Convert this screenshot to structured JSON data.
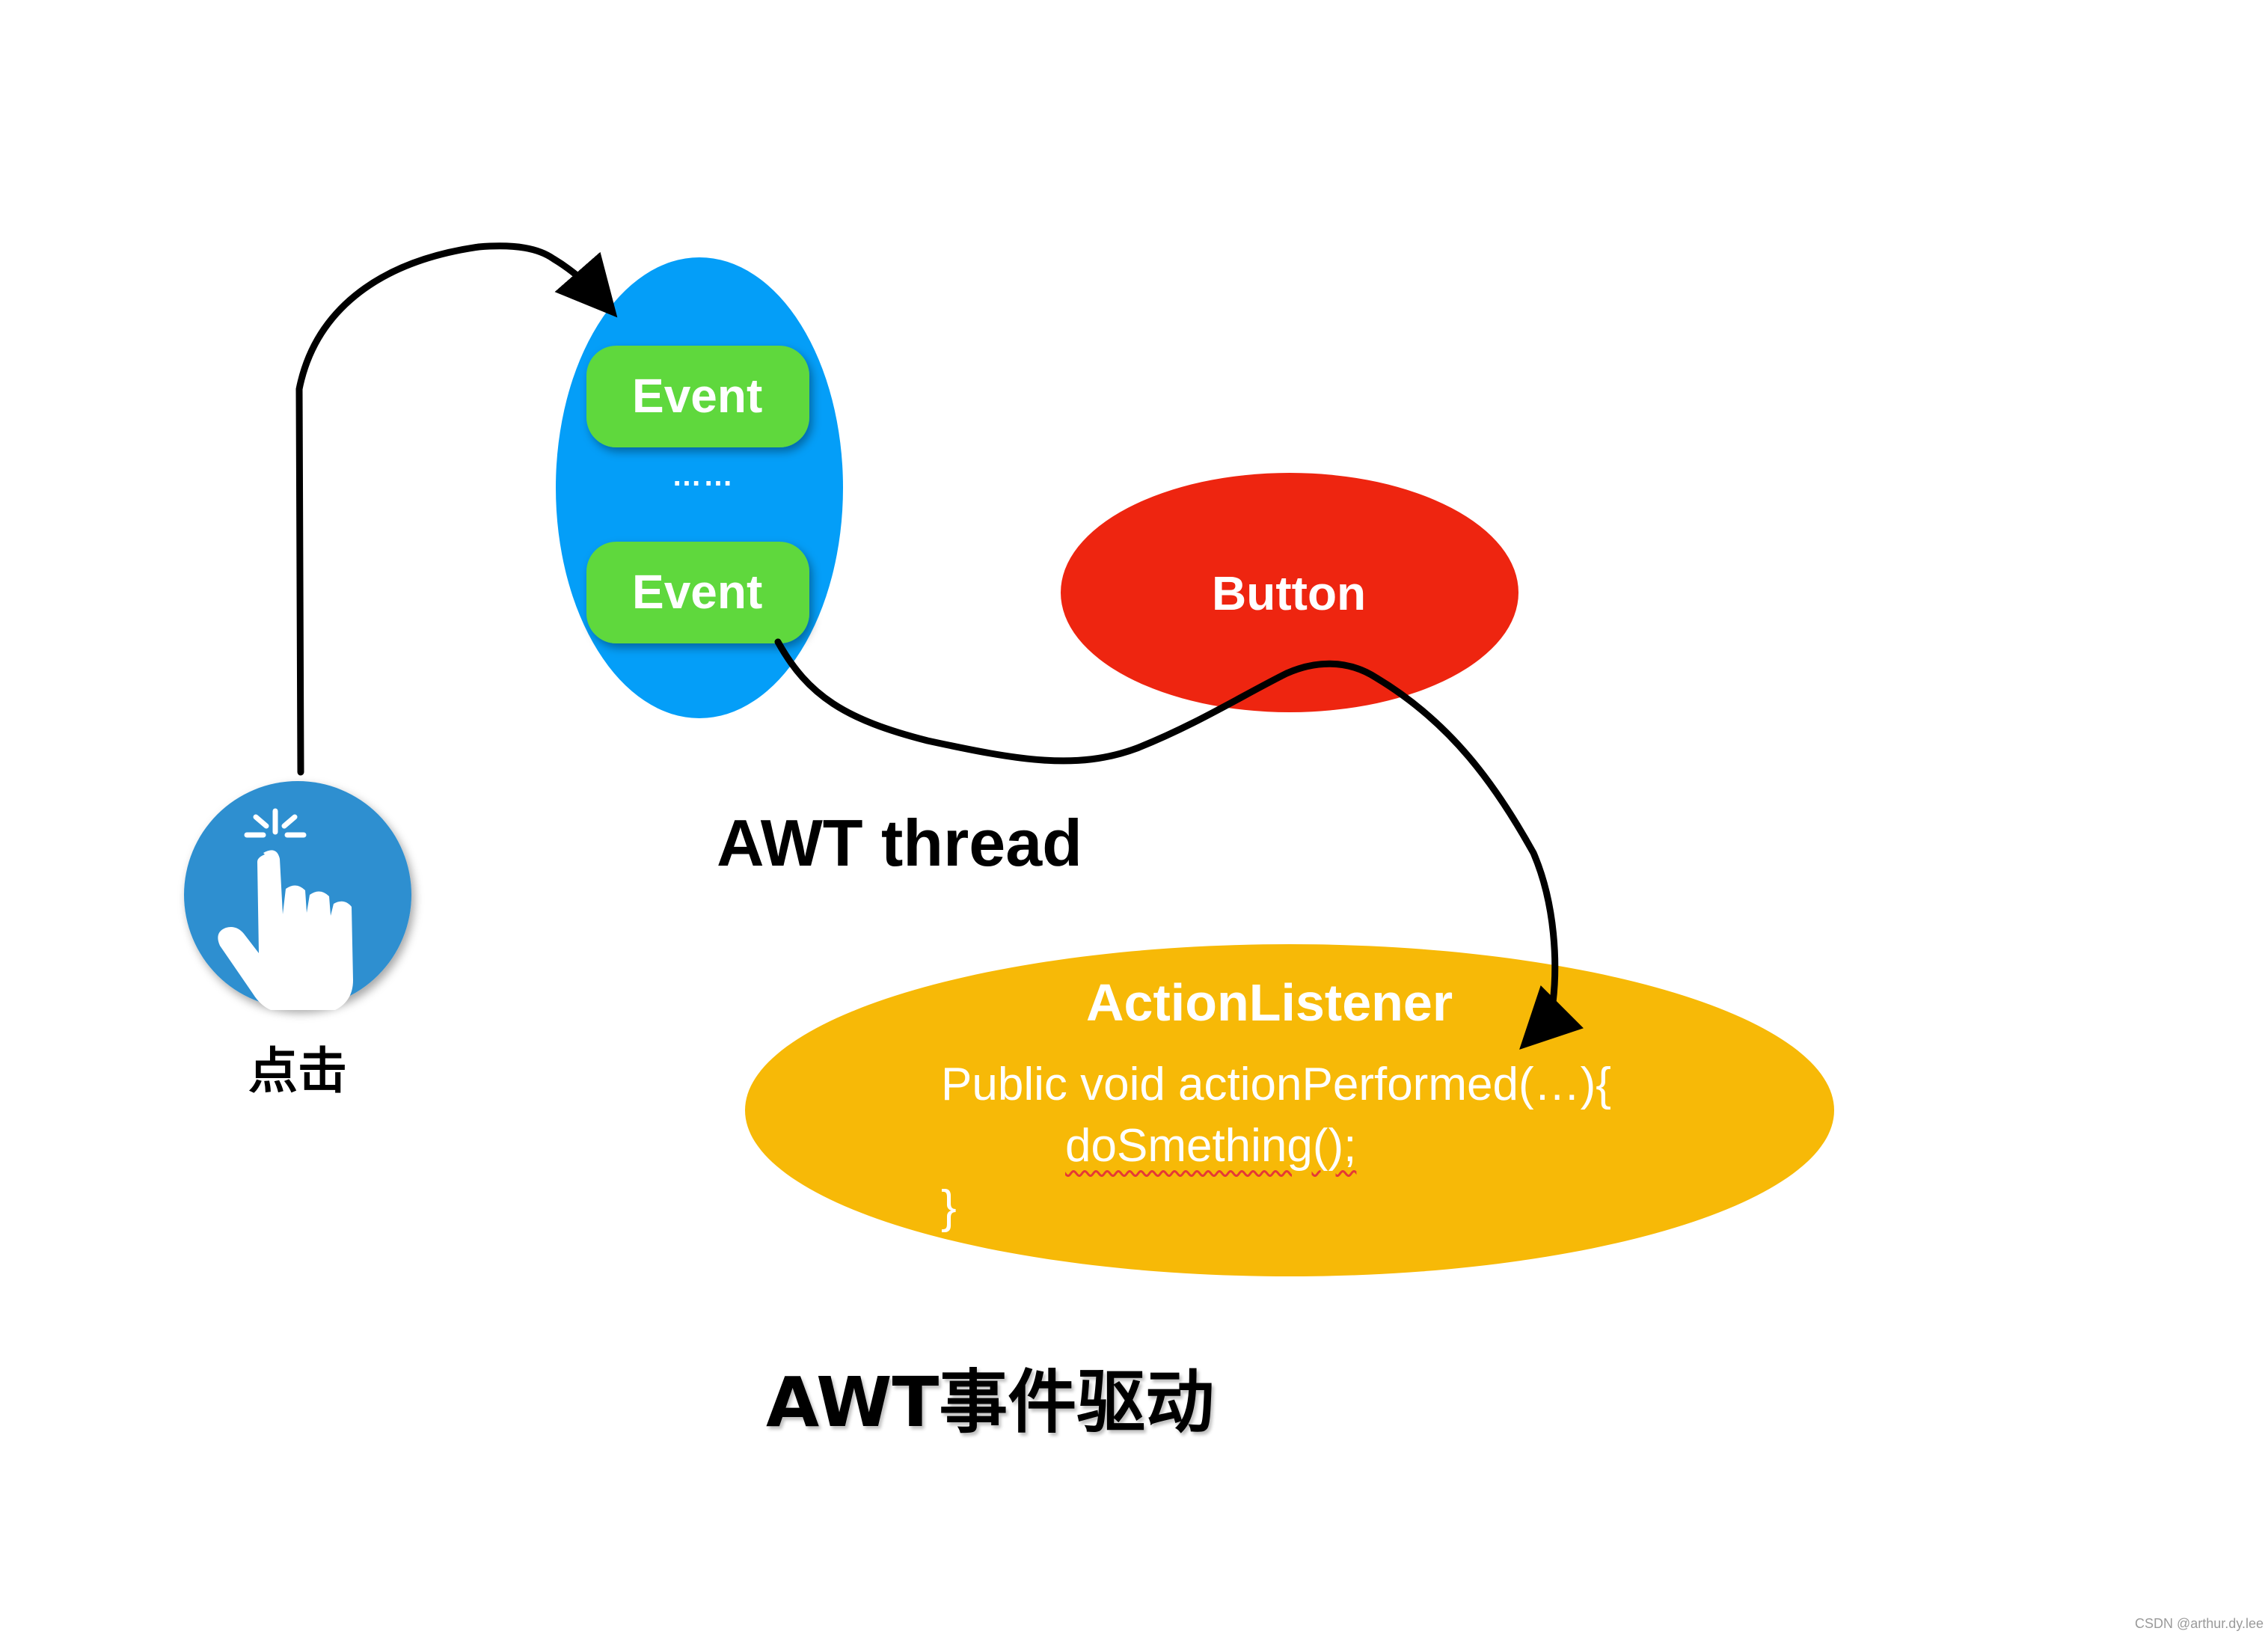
{
  "colors": {
    "thread_ellipse": "#049ef8",
    "event_pill": "#5fd83c",
    "button_ellipse": "#ee2510",
    "listener_ellipse": "#f7b907",
    "click_icon": "#2d8fd0"
  },
  "click": {
    "icon": "hand-tap-icon",
    "label": "点击"
  },
  "awt_thread": {
    "events": [
      "Event",
      "Event"
    ],
    "ellipsis": "……",
    "label": "AWT thread"
  },
  "button": {
    "label": "Button"
  },
  "action_listener": {
    "title": "ActionListener",
    "code_line1": "Public void actionPerformed(…){",
    "code_line2": "doSmething();",
    "code_line3": "}"
  },
  "caption": "AWT事件驱动",
  "watermark": "CSDN @arthur.dy.lee"
}
